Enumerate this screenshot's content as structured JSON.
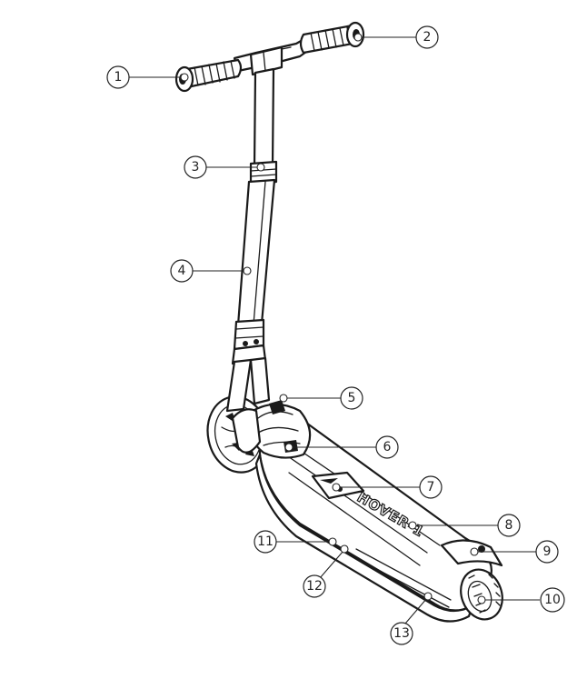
{
  "diagram": {
    "brand_text": "HOVER-1",
    "callouts": [
      {
        "id": "1",
        "label": "1"
      },
      {
        "id": "2",
        "label": "2"
      },
      {
        "id": "3",
        "label": "3"
      },
      {
        "id": "4",
        "label": "4"
      },
      {
        "id": "5",
        "label": "5"
      },
      {
        "id": "6",
        "label": "6"
      },
      {
        "id": "7",
        "label": "7"
      },
      {
        "id": "8",
        "label": "8"
      },
      {
        "id": "9",
        "label": "9"
      },
      {
        "id": "10",
        "label": "10"
      },
      {
        "id": "11",
        "label": "11"
      },
      {
        "id": "12",
        "label": "12"
      },
      {
        "id": "13",
        "label": "13"
      }
    ]
  }
}
